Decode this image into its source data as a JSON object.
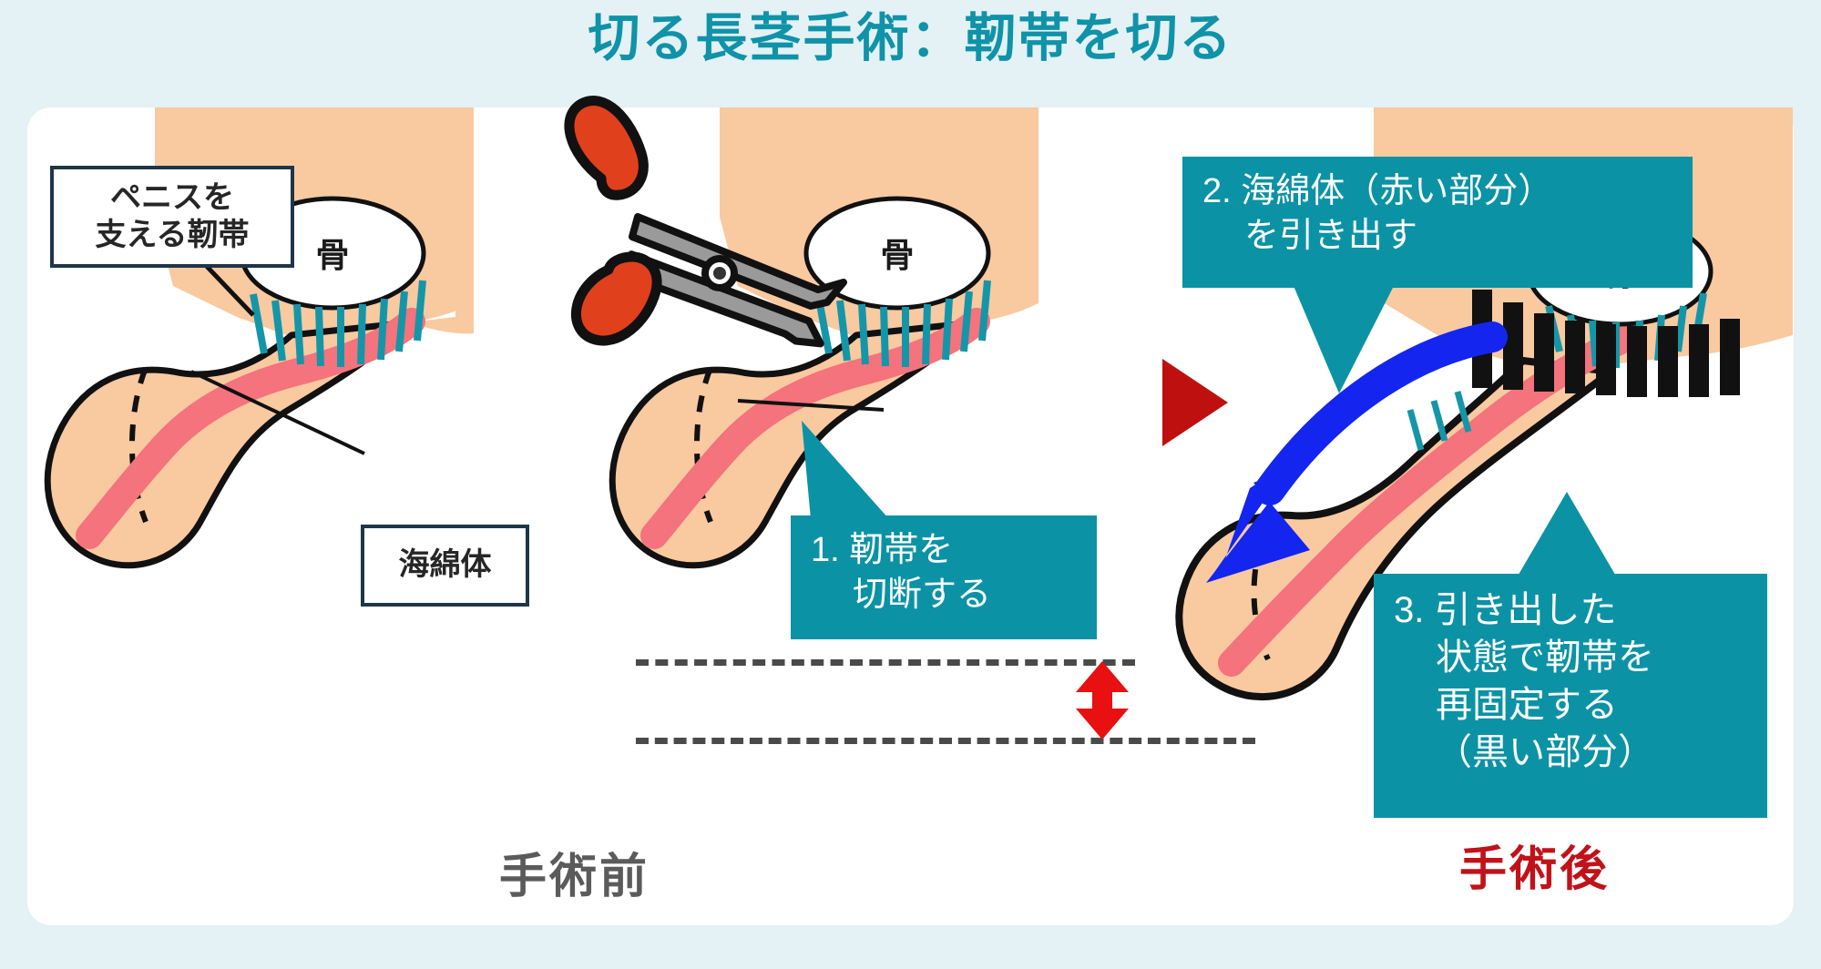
{
  "page": {
    "title": "切る長茎手術：靭帯を切る",
    "title_color": "#0f93a8",
    "background_color": "#e4f1f5",
    "card_color": "#ffffff"
  },
  "palette": {
    "teal_callout": "#0b92a5",
    "skin": "#f9c9a0",
    "corpus_red": "#f4737c",
    "bone_white": "#ffffff",
    "ligament_teal": "#1596a8",
    "ligament_black": "#111111",
    "outline": "#111111",
    "blue_arrow": "#1425f0",
    "red_arrow": "#e81010",
    "red_triangle": "#bf1010",
    "scissor_handle": "#e0401c",
    "scissor_blade": "#9a9a9a",
    "label_border": "#1d3648",
    "before_text": "#5b5b5b",
    "after_text": "#c1121a"
  },
  "labels": {
    "ligament": {
      "line1": "ペニスを",
      "line2": "支える靭帯"
    },
    "corpus": {
      "line1": "海綿体"
    },
    "bone": {
      "text": "骨"
    }
  },
  "callouts": [
    {
      "id": "step-1",
      "lines": [
        "1. 靭帯を",
        "切断する"
      ],
      "color": "#0b92a5"
    },
    {
      "id": "step-2",
      "lines": [
        "2. 海綿体（赤い部分）",
        "を引き出す"
      ],
      "color": "#0b92a5"
    },
    {
      "id": "step-3",
      "lines": [
        "3. 引き出した",
        "状態で靭帯を",
        "再固定する",
        "（黒い部分）"
      ],
      "color": "#0b92a5"
    }
  ],
  "captions": {
    "before": "手術前",
    "after": "手術後"
  },
  "icons": {
    "scissors": "scissors-icon",
    "red_triangle": "play-triangle-icon",
    "blue_arrow": "curved-pull-arrow-icon",
    "red_double_arrow": "length-gain-double-arrow-icon"
  }
}
